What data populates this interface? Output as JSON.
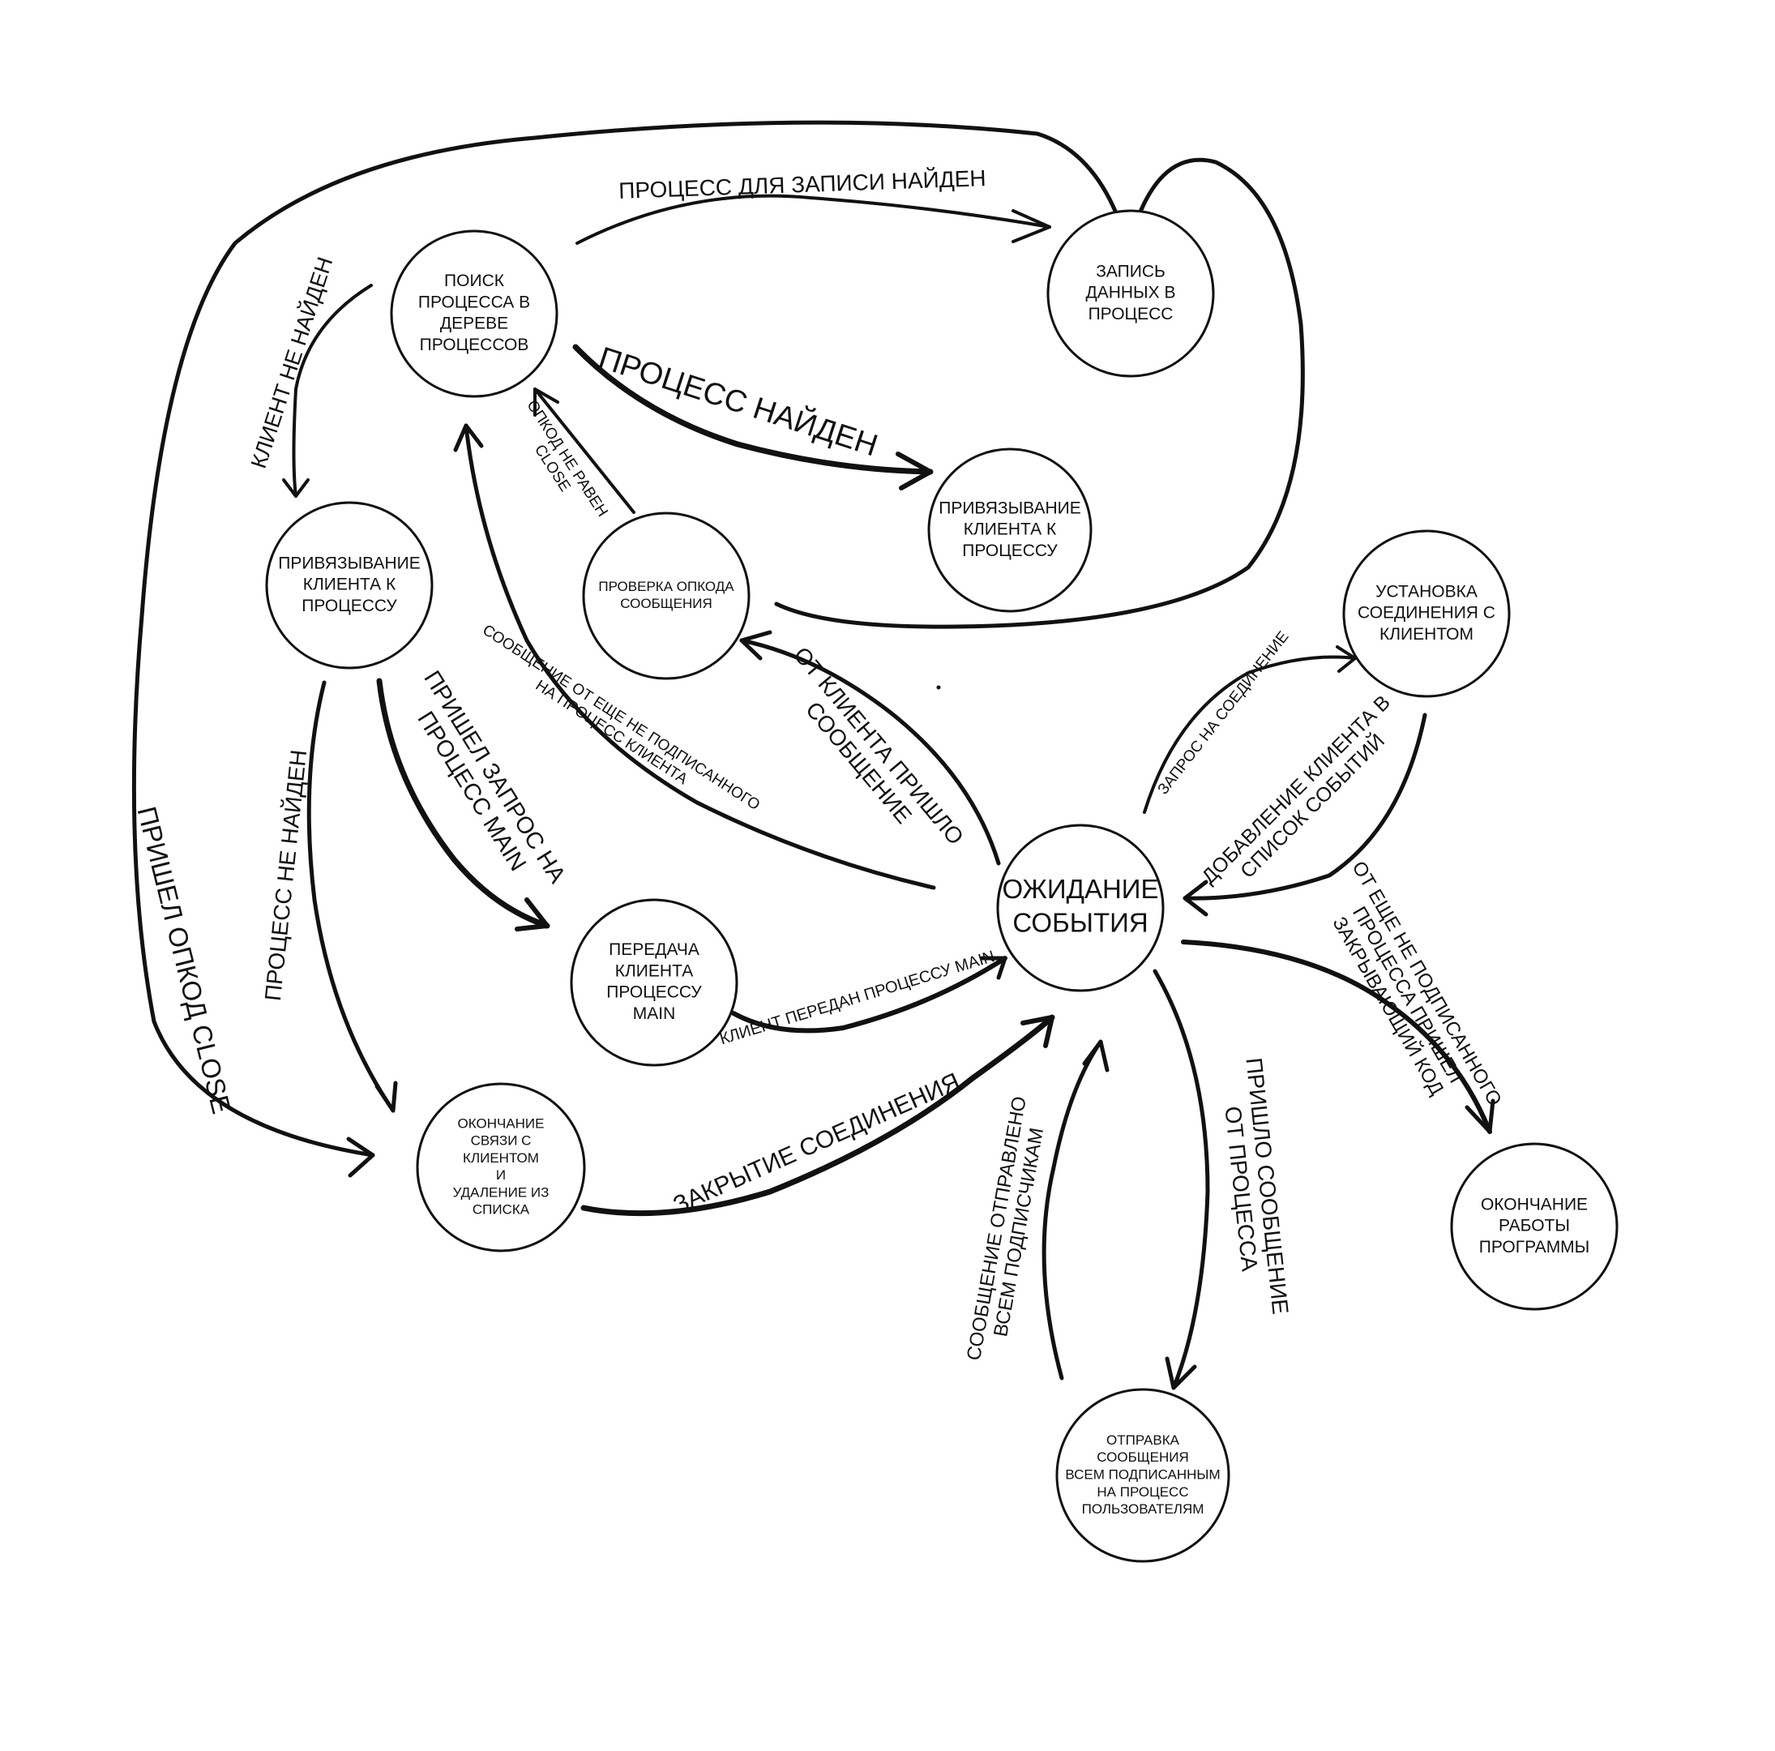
{
  "nodes": {
    "search": {
      "lines": [
        "ПОИСК",
        "ПРОЦЕССА В",
        "ДЕРЕВЕ",
        "ПРОЦЕССОВ"
      ]
    },
    "write": {
      "lines": [
        "ЗАПИСЬ",
        "ДАННЫХ В",
        "ПРОЦЕСС"
      ]
    },
    "bind_found": {
      "lines": [
        "ПРИВЯЗЫВАНИЕ",
        "КЛИЕНТА К",
        "ПРОЦЕССУ"
      ]
    },
    "bind_left": {
      "lines": [
        "ПРИВЯЗЫВАНИЕ",
        "КЛИЕНТА К",
        "ПРОЦЕССУ"
      ]
    },
    "opcode": {
      "lines": [
        "ПРОВЕРКА ОПКОДА",
        "СООБЩЕНИЯ"
      ]
    },
    "connect": {
      "lines": [
        "УСТАНОВКА",
        "СОЕДИНЕНИЯ С",
        "КЛИЕНТОМ"
      ]
    },
    "wait": {
      "lines": [
        "ОЖИДАНИЕ",
        "СОБЫТИЯ"
      ]
    },
    "handover": {
      "lines": [
        "ПЕРЕДАЧА",
        "КЛИЕНТА",
        "ПРОЦЕССУ",
        "MAIN"
      ]
    },
    "end_conn": {
      "lines": [
        "ОКОНЧАНИЕ",
        "СВЯЗИ С",
        "КЛИЕНТОМ",
        "И",
        "УДАЛЕНИЕ ИЗ",
        "СПИСКА"
      ]
    },
    "end_prog": {
      "lines": [
        "ОКОНЧАНИЕ",
        "РАБОТЫ",
        "ПРОГРАММЫ"
      ]
    },
    "broadcast": {
      "lines": [
        "ОТПРАВКА",
        "СООБЩЕНИЯ",
        "ВСЕМ ПОДПИСАННЫМ",
        "НА ПРОЦЕСС",
        "ПОЛЬЗОВАТЕЛЯМ"
      ]
    }
  },
  "edges": {
    "process_for_write_found": {
      "lines": [
        "ПРОЦЕСС ДЛЯ ЗАПИСИ НАЙДЕН"
      ]
    },
    "process_found": {
      "lines": [
        "ПРОЦЕСС НАЙДЕН"
      ]
    },
    "client_not_found": {
      "lines": [
        "КЛИЕНТ НЕ НАЙДЕН"
      ]
    },
    "opcode_not_close": {
      "lines": [
        "ОПКОД НЕ РАВЕН",
        "CLOSE"
      ]
    },
    "unsubscribed_message": {
      "lines": [
        "СООБЩЕНИЕ ОТ ЕЩЕ НЕ ПОДПИСАННОГО",
        "НА ПРОЦЕСС КЛИЕНТА"
      ]
    },
    "client_message": {
      "lines": [
        "ОТ КЛИЕНТА ПРИШЛО",
        "СООБЩЕНИЕ"
      ]
    },
    "connection_request": {
      "lines": [
        "ЗАПРОС НА СОЕДИНЕНИЕ"
      ]
    },
    "add_to_event_list": {
      "lines": [
        "ДОБАВЛЕНИЕ КЛИЕНТА В",
        "СПИСОК СОБЫТИЙ"
      ]
    },
    "main_request": {
      "lines": [
        "ПРИШЕЛ ЗАПРОС НА",
        "ПРОЦЕСС MAIN"
      ]
    },
    "process_not_found": {
      "lines": [
        "ПРОЦЕСС НЕ НАЙДЕН"
      ]
    },
    "close_opcode": {
      "lines": [
        "ПРИШЕЛ ОПКОД CLOSE"
      ]
    },
    "client_handed": {
      "lines": [
        "КЛИЕНТ ПЕРЕДАН ПРОЦЕССУ MAIN"
      ]
    },
    "closing_connection": {
      "lines": [
        "ЗАКРЫТИЕ СОЕДИНЕНИЯ"
      ]
    },
    "closing_code": {
      "lines": [
        "ОТ ЕЩЕ НЕ ПОДПИСАННОГО",
        "ПРОЦЕССА ПРИШЕЛ",
        "ЗАКРЫВАЮЩИЙ КОД"
      ]
    },
    "process_message": {
      "lines": [
        "ПРИШЛО СООБЩЕНИЕ",
        "ОТ ПРОЦЕССА"
      ]
    },
    "sent_to_subscribers": {
      "lines": [
        "СООБЩЕНИЕ ОТПРАВЛЕНО",
        "ВСЕМ ПОДПИСЧИКАМ"
      ]
    }
  }
}
